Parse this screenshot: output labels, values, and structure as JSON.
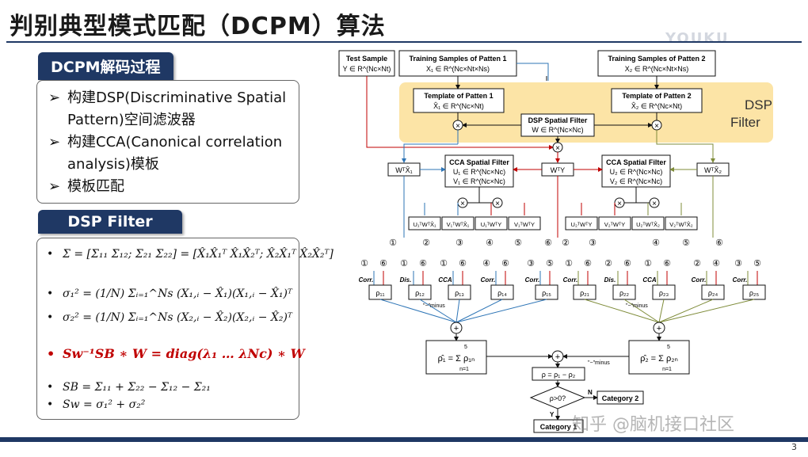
{
  "slide": {
    "title": "判别典型模式匹配（DCPM）算法",
    "page_number": "3",
    "watermark_top": "YOUKU",
    "watermark_bottom": "知乎 @脑机接口社区"
  },
  "decoding": {
    "tab_label": "DCPM解码过程",
    "bullets": [
      "构建DSP(Discriminative Spatial Pattern)空间滤波器",
      "构建CCA(Canonical correlation analysis)模板",
      "模板匹配"
    ]
  },
  "dsp": {
    "tab_label": "DSP Filter",
    "formulas": {
      "sigma": "Σ = [Σ₁₁ Σ₁₂; Σ₂₁ Σ₂₂] = [X̂₁X̂₁ᵀ X̂₁X̂₂ᵀ; X̂₂X̂₁ᵀ X̂₂X̂₂ᵀ]",
      "sigma1": "σ₁² = (1/N) Σᵢ₌₁^Ns (X₁,ᵢ − X̂₁)(X₁,ᵢ − X̂₁)ᵀ",
      "sigma2": "σ₂² = (1/N) Σᵢ₌₁^Ns (X₂,ᵢ − X̂₂)(X₂,ᵢ − X̂₂)ᵀ",
      "eigen": "Sw⁻¹SB ∗ W = diag(λ₁ … λNc) ∗ W",
      "sb": "SB = Σ₁₁ + Σ₂₂ − Σ₁₂ − Σ₂₁",
      "sw": "Sw = σ₁² + σ₂²"
    }
  },
  "diagram": {
    "test_sample": {
      "title": "Test Sample",
      "formula": "Y ∈ R^(Nc×Nt)"
    },
    "train1": {
      "title": "Training Samples of Patten 1",
      "formula": "X₁ ∈ R^(Nc×Nt×Ns)"
    },
    "train2": {
      "title": "Training Samples of Patten 2",
      "formula": "X₂ ∈ R^(Nc×Nt×Ns)"
    },
    "template1": {
      "title": "Template of Patten 1",
      "formula": "X̂₁ ∈ R^(Nc×Nt)"
    },
    "template2": {
      "title": "Template of Patten 2",
      "formula": "X̂₂ ∈ R^(Nc×Nt)"
    },
    "dsp_filter": {
      "title": "DSP Spatial Filter",
      "formula": "W ∈ R^(Nc×Nc)"
    },
    "dsp_band_label_1": "DSP",
    "dsp_band_label_2": "Filter",
    "cca1": {
      "title": "CCA Spatial Filter",
      "line1": "U₁ ∈ R^(Nc×Nc)",
      "line2": "V₁ ∈ R^(Nc×Nc)"
    },
    "cca2": {
      "title": "CCA Spatial Filter",
      "line1": "U₂ ∈ R^(Nc×Nc)",
      "line2": "V₂ ∈ R^(Nc×Nc)"
    },
    "wt_x1": "WᵀX̂₁",
    "wt_y": "WᵀY",
    "wt_x2": "WᵀX̂₂",
    "mini_boxes_left": [
      "U₁ᵀWᵀX̂₁",
      "V₁ᵀWᵀX̂₁",
      "U₁ᵀWᵀY",
      "V₁ᵀWᵀY"
    ],
    "mini_boxes_right": [
      "U₂ᵀWᵀY",
      "V₂ᵀWᵀY",
      "U₂ᵀWᵀX̂₂",
      "V₂ᵀWᵀX̂₂"
    ],
    "circled_numbers": [
      "①",
      "②",
      "③",
      "④",
      "⑤",
      "⑥"
    ],
    "ops": [
      "Corr.",
      "Dis.",
      "CCA",
      "Corr.",
      "Corr."
    ],
    "rho_left": [
      "ρ₁₁",
      "ρ₁₂",
      "ρ₁₃",
      "ρ₁₄",
      "ρ₁₅"
    ],
    "rho_right": [
      "ρ₂₁",
      "ρ₂₂",
      "ρ₂₃",
      "ρ₂₄",
      "ρ₂₅"
    ],
    "minus_label": "\"−\"minus",
    "sum1": "ρ̂₁ = Σ ρ₁ₙ",
    "sum2": "ρ̂₂ = Σ ρ₂ₙ",
    "sum_limits_top": "5",
    "sum_limits_bottom": "n=1",
    "diff": "ρ = ρ₁ − ρ₂",
    "decision": "ρ>0?",
    "decision_no": "N",
    "decision_yes": "Y",
    "category1": "Category 1",
    "category2": "Category 2"
  },
  "colors": {
    "navy": "#1f3864",
    "red_arrow": "#c00000",
    "blue_arrow": "#2e75b6",
    "olive_arrow": "#7f8c3a",
    "dsp_band": "#fce4a6"
  }
}
